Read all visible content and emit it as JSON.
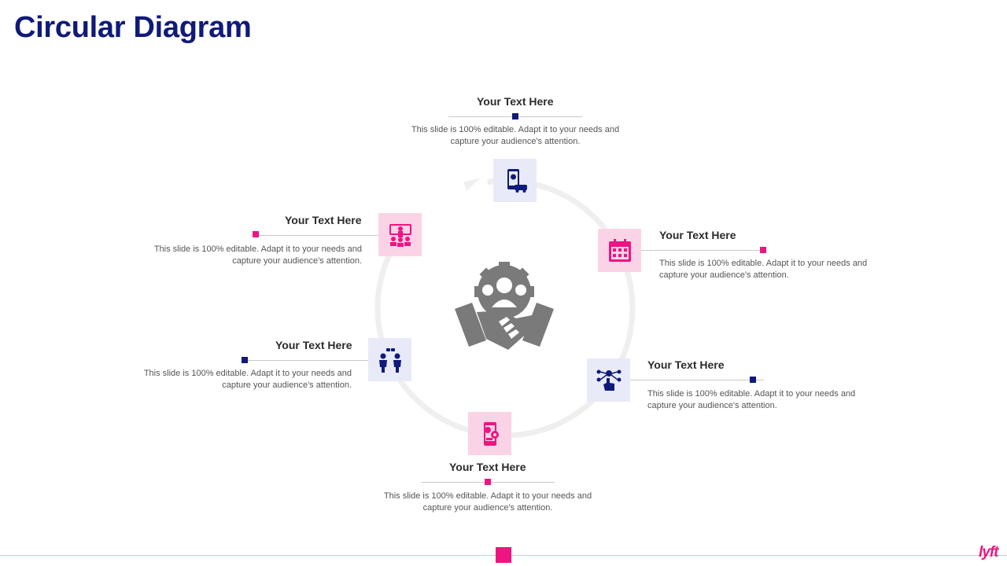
{
  "slide": {
    "title": "Circular Diagram",
    "logo_text": "lyft"
  },
  "colors": {
    "navy": "#0f1a7a",
    "pink": "#ec1581",
    "navy_box": "#e9eaf8",
    "pink_box": "#fbd3e7",
    "ring": "#efefef",
    "center_icon": "#7a7a7a"
  },
  "center": {
    "icon": "teamwork-handshake-gear-icon"
  },
  "items": [
    {
      "position": "top",
      "title": "Your Text Here",
      "description": "This slide is 100% editable. Adapt it to your needs and capture your audience's attention.",
      "icon": "mobile-location-car-icon",
      "color": "navy"
    },
    {
      "position": "upper-right",
      "title": "Your Text Here",
      "description": "This slide is 100% editable. Adapt it to your needs and capture your audience's attention.",
      "icon": "calendar-icon",
      "color": "pink"
    },
    {
      "position": "lower-right",
      "title": "Your Text Here",
      "description": "This slide is 100% editable. Adapt it to your needs and capture your audience's attention.",
      "icon": "touch-network-icon",
      "color": "navy"
    },
    {
      "position": "bottom",
      "title": "Your Text Here",
      "description": "This slide is 100% editable. Adapt it to your needs and capture your audience's attention.",
      "icon": "mobile-global-payment-icon",
      "color": "pink"
    },
    {
      "position": "lower-left",
      "title": "Your Text Here",
      "description": "This slide is 100% editable. Adapt it to your needs and capture your audience's attention.",
      "icon": "people-discussion-icon",
      "color": "navy"
    },
    {
      "position": "upper-left",
      "title": "Your Text Here",
      "description": "This slide is 100% editable. Adapt it to your needs and capture your audience's attention.",
      "icon": "presenter-audience-icon",
      "color": "pink"
    }
  ]
}
